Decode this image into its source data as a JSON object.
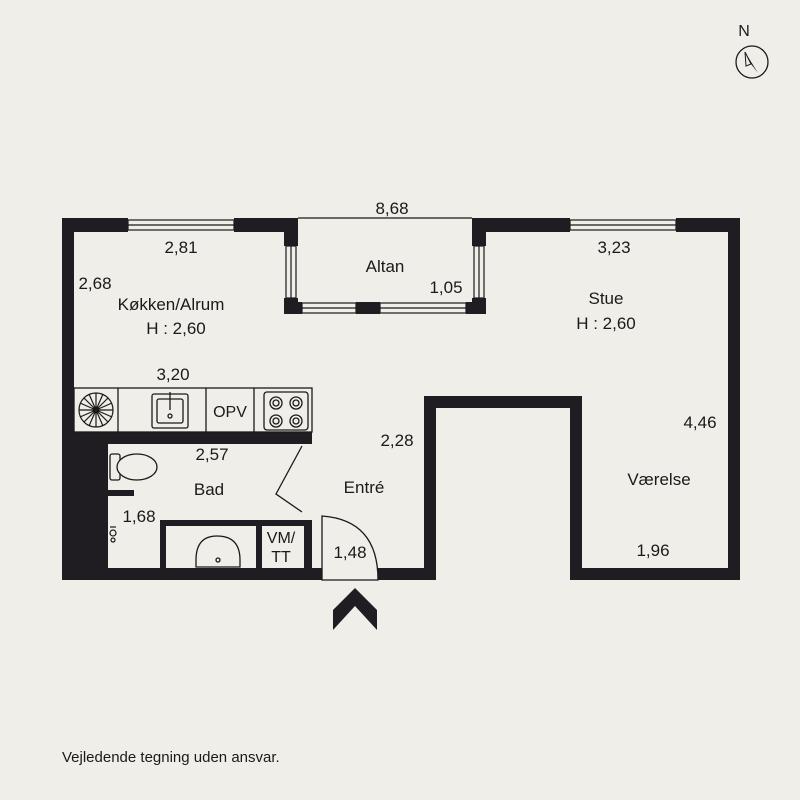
{
  "compass": {
    "letter": "N",
    "icon": "compass-icon"
  },
  "overall_dimension": "8,68",
  "rooms": {
    "kitchen": {
      "name": "Køkken/Alrum",
      "height": "H : 2,60",
      "width_top": "2,81",
      "depth": "2,68",
      "counter_length": "3,20"
    },
    "altan": {
      "name": "Altan",
      "depth": "1,05"
    },
    "stue": {
      "name": "Stue",
      "height": "H : 2,60",
      "width_top": "3,23"
    },
    "vaerelse": {
      "name": "Værelse",
      "depth": "4,46",
      "width": "1,96"
    },
    "entre": {
      "name": "Entré",
      "depth": "2,28",
      "width": "1,48"
    },
    "bad": {
      "name": "Bad",
      "width": "2,57",
      "depth": "1,68"
    }
  },
  "fixtures": {
    "opv_label": "OPV",
    "vm_label": "VM/",
    "tt_label": "TT"
  },
  "entrance_icon": "entrance-arrow-icon",
  "disclaimer": "Vejledende tegning uden ansvar.",
  "colors": {
    "background": "#efeee8",
    "wall": "#1f1d22"
  }
}
